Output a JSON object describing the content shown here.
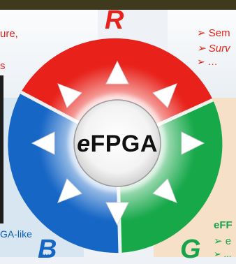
{
  "labels": {
    "r_letter": "R",
    "b_letter": "B",
    "g_letter": "G",
    "center_prefix": "e",
    "center_main": "FPGA"
  },
  "left_text": {
    "line1": "ure,",
    "line2": "s",
    "line3": "GA-like"
  },
  "right_top_bullets": [
    "➢ Sem",
    "➢ Surv",
    "➢ …"
  ],
  "right_bottom": {
    "heading": "eFF",
    "bullet1": "➢ e",
    "bullet2": "➢ ..."
  },
  "bottom_left_fragment": "…",
  "colors": {
    "red": "#e8221b",
    "blue": "#1566c4",
    "green": "#16a34a",
    "center": "#ffffff"
  }
}
